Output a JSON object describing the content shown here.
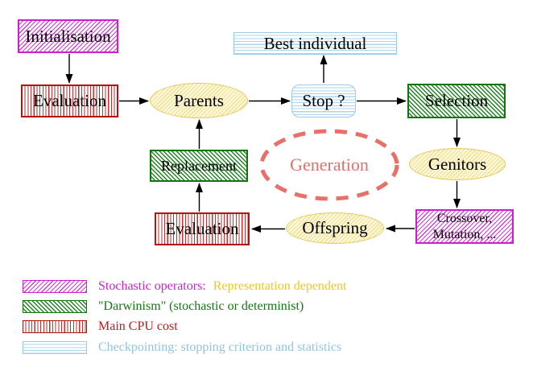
{
  "diagram": {
    "nodes": {
      "initialisation": "Initialisation",
      "evaluation_top": "Evaluation",
      "parents": "Parents",
      "stop": "Stop ?",
      "best_individual": "Best individual",
      "selection": "Selection",
      "genitors": "Genitors",
      "crossover_line1": "Crossover,",
      "crossover_line2": "Mutation, ...",
      "offspring": "Offspring",
      "evaluation_bottom": "Evaluation",
      "replacement": "Replacement",
      "generation": "Generation"
    },
    "edges": [
      {
        "from": "Initialisation",
        "to": "Evaluation"
      },
      {
        "from": "Evaluation",
        "to": "Parents"
      },
      {
        "from": "Parents",
        "to": "Stop ?"
      },
      {
        "from": "Stop ?",
        "to": "Best individual"
      },
      {
        "from": "Stop ?",
        "to": "Selection"
      },
      {
        "from": "Selection",
        "to": "Genitors"
      },
      {
        "from": "Genitors",
        "to": "Crossover, Mutation, ..."
      },
      {
        "from": "Crossover, Mutation, ...",
        "to": "Offspring"
      },
      {
        "from": "Offspring",
        "to": "Evaluation"
      },
      {
        "from": "Evaluation",
        "to": "Replacement"
      },
      {
        "from": "Replacement",
        "to": "Parents"
      }
    ],
    "legend": {
      "row1_label": "Stochastic operators:",
      "row1_label2": "Representation dependent",
      "row2_label": "\"Darwinism\" (stochastic or determinist)",
      "row3_label": "Main CPU cost",
      "row4_label": "Checkpointing: stopping criterion and statistics"
    },
    "colors": {
      "stochastic_magenta": "#CC22CC",
      "darwinism_green": "#127812",
      "cpu_cost_red": "#C3161C",
      "checkpointing_blue": "#8FC5E3",
      "representation_yellow": "#EFC62E",
      "generation_salmon": "#E87068",
      "node_yellow_border": "#E2CB5F",
      "arrow_black": "#000000"
    }
  }
}
